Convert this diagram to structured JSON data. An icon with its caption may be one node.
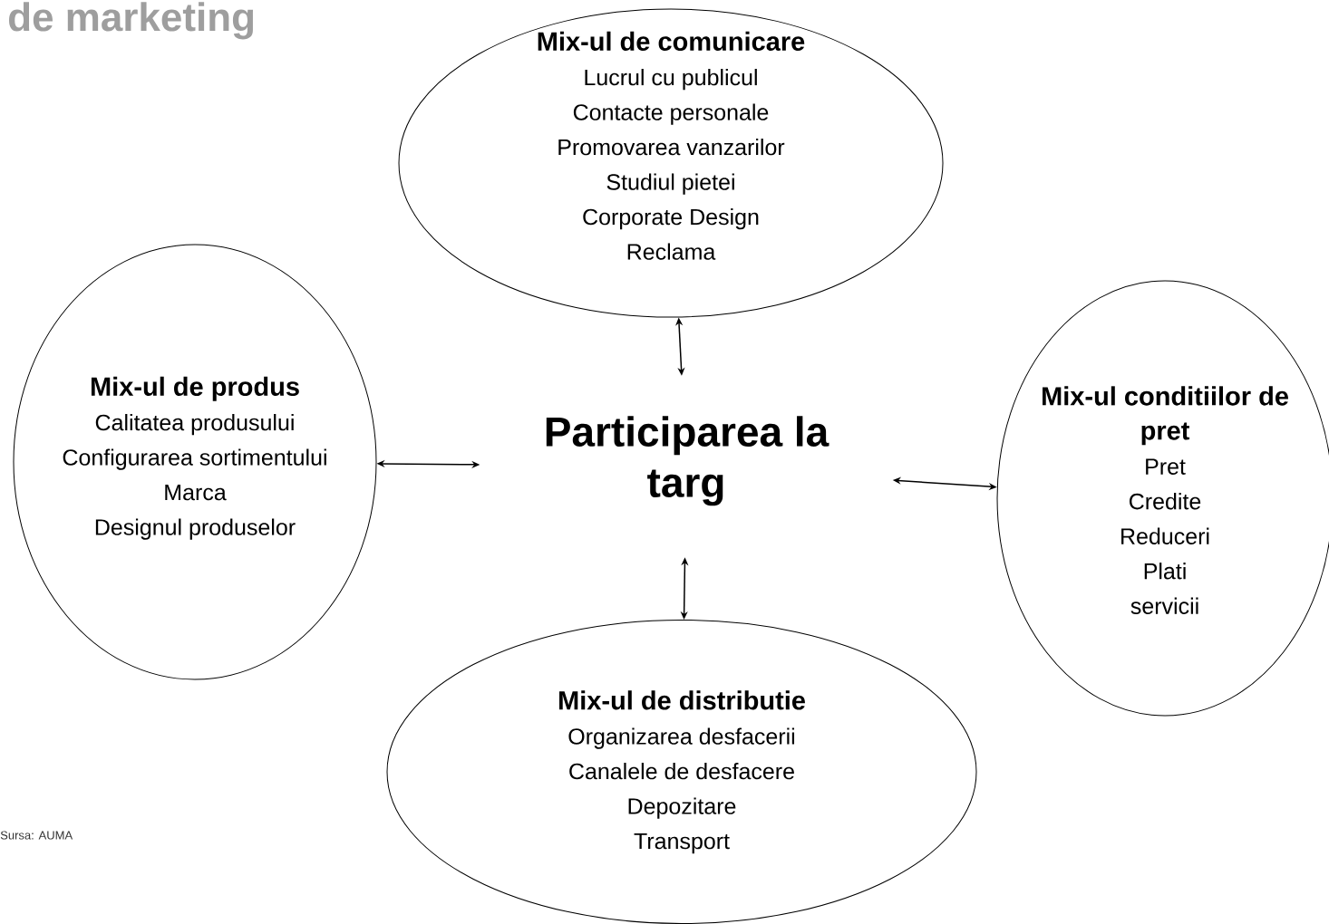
{
  "diagram": {
    "title": "de marketing",
    "nodes": [
      {
        "text": [
          "Mix-ul de comunicare",
          "Lucrul cu publicul",
          "Contacte personale",
          "Promovarea vanzarilor",
          "Studiul pietei",
          "Corporate Design",
          "Reclama"
        ]
      },
      {
        "text": [
          "Mix-ul de produs",
          "Calitatea produsului",
          "Configurarea sortimentului",
          "Marca",
          "Designul produselor"
        ]
      },
      {
        "text": [
          "Participarea la targ"
        ]
      },
      {
        "text": [
          "Mix-ul conditiilor de pret",
          "Pret",
          "Credite",
          "Reduceri",
          "Plati",
          "servicii"
        ]
      },
      {
        "text": [
          "Mix-ul de distributie",
          "Organizarea desfacerii",
          "Canalele de desfacere",
          "Depozitare",
          "Transport"
        ]
      }
    ],
    "edges": [
      {
        "from": 0,
        "to": 2,
        "arrow": "both"
      },
      {
        "from": 1,
        "to": 2,
        "arrow": "both"
      },
      {
        "from": 2,
        "to": 3,
        "arrow": "both"
      },
      {
        "from": 2,
        "to": 4,
        "arrow": "both"
      }
    ],
    "labels": [
      "Sursa: AUMA"
    ]
  }
}
